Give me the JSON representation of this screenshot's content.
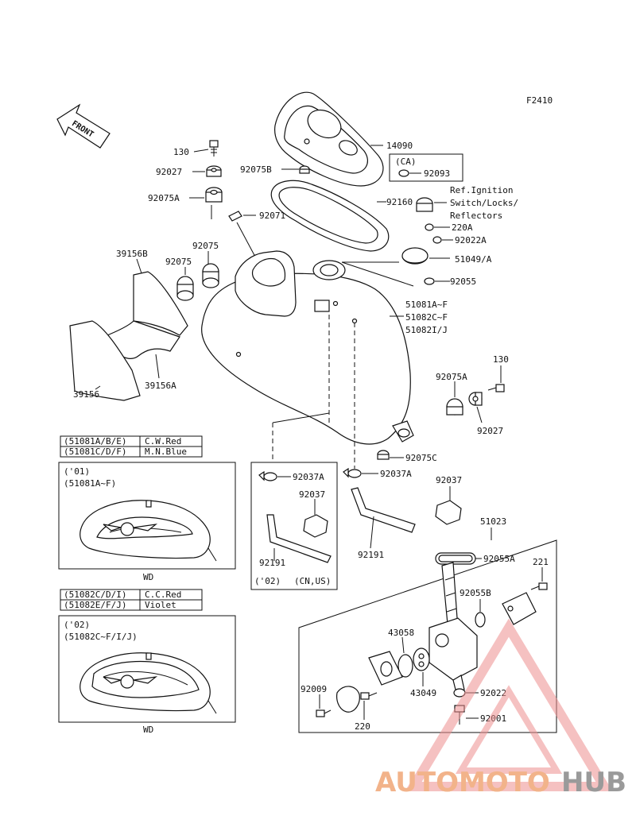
{
  "figure_code": "F2410",
  "front_label": "FRONT",
  "callouts": {
    "c130a": "130",
    "c92027a": "92027",
    "c92075Aa": "92075A",
    "c92075B": "92075B",
    "c14090": "14090",
    "c92071": "92071",
    "c92160": "92160",
    "c39156B": "39156B",
    "c92075x": "92075",
    "c92075y": "92075",
    "c39156": "39156",
    "c39156A": "39156A",
    "c220A": "220A",
    "c92022A": "92022A",
    "c51049A": "51049/A",
    "c92055": "92055",
    "c51081": "51081A~F",
    "c51082C": "51082C~F",
    "c51082I": "51082I/J",
    "c130b": "130",
    "c92075Ab": "92075A",
    "c92027b": "92027",
    "c92075C": "92075C",
    "c92037Aa": "92037A",
    "c92037Ab": "92037A",
    "c92037a": "92037",
    "c92037b": "92037",
    "c92191a": "92191",
    "c92191b": "92191",
    "c51023": "51023",
    "c92055A": "92055A",
    "c221": "221",
    "c92055B": "92055B",
    "c43058": "43058",
    "c43049": "43049",
    "c92009": "92009",
    "c92022": "92022",
    "c220": "220",
    "c92001": "92001",
    "c92093": "92093"
  },
  "ca_box": {
    "label": "(CA)"
  },
  "ref_note": {
    "line1": "Ref.Ignition",
    "line2": "Switch/Locks/",
    "line3": "Reflectors"
  },
  "sub_02_box": {
    "label": "('02)",
    "regions": "(CN,US)"
  },
  "color_table_1": [
    {
      "code": "(51081A/B/E)",
      "color": "C.W.Red"
    },
    {
      "code": "(51081C/D/F)",
      "color": "M.N.Blue"
    }
  ],
  "color_table_2": [
    {
      "code": "(51082C/D/I)",
      "color": "C.C.Red"
    },
    {
      "code": "(51082E/F/J)",
      "color": "Violet"
    }
  ],
  "variant_1": {
    "year": "('01)",
    "parts": "(51081A~F)",
    "caption": "WD"
  },
  "variant_2": {
    "year": "('02)",
    "parts": "(51082C~F/I/J)",
    "caption": "WD"
  },
  "watermark": {
    "text_a": "AUTOMOTO",
    "text_b": "HUB",
    "color_a": "#f2b38a",
    "color_b": "#9a9a9a",
    "triangle_color": "#ee8f8f"
  }
}
